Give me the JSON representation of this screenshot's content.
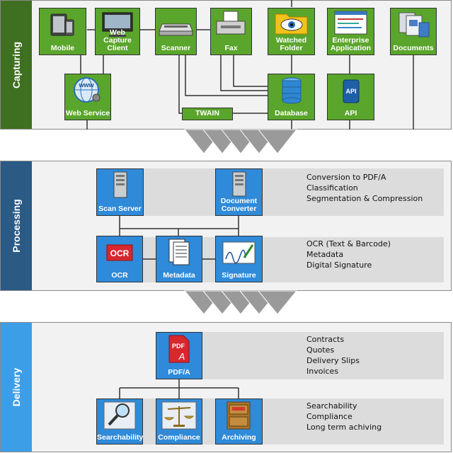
{
  "sections": {
    "capturing": {
      "label": "Capturing",
      "color": "#3f6f21"
    },
    "processing": {
      "label": "Processing",
      "color": "#2b5a85"
    },
    "delivery": {
      "label": "Delivery",
      "color": "#3d9ee8"
    }
  },
  "capturing": {
    "mobile": "Mobile",
    "web_capture_line1": "Web Capture",
    "web_capture_line2": "Client",
    "scanner": "Scanner",
    "fax": "Fax",
    "watched_line1": "Watched",
    "watched_line2": "Folder",
    "enterprise_line1": "Enterprise",
    "enterprise_line2": "Application",
    "documents": "Documents",
    "web_service": "Web Service",
    "twain": "TWAIN",
    "database": "Database",
    "api": "API",
    "api_badge": "API",
    "www_badge": "www"
  },
  "processing": {
    "scan_server": "Scan Server",
    "doc_converter_line1": "Document",
    "doc_converter_line2": "Converter",
    "ocr": "OCR",
    "ocr_badge": "OCR",
    "metadata": "Metadata",
    "signature": "Signature",
    "notes_top": [
      "Conversion to PDF/A",
      "Classification",
      "Segmentation & Compression"
    ],
    "notes_bottom": [
      "OCR (Text & Barcode)",
      "Metadata",
      "Digital Signature"
    ]
  },
  "delivery": {
    "pdfa": "PDF/A",
    "pdf_badge": "PDF",
    "searchability": "Searchability",
    "compliance": "Compliance",
    "archiving": "Archiving",
    "notes_top": [
      "Contracts",
      "Quotes",
      "Delivery Slips",
      "Invoices"
    ],
    "notes_bottom": [
      "Searchability",
      "Compliance",
      "Long term achiving"
    ]
  },
  "colors": {
    "green": "#5aa52b",
    "blue": "#2f8ad9",
    "arrow": "#9a9a9a"
  }
}
